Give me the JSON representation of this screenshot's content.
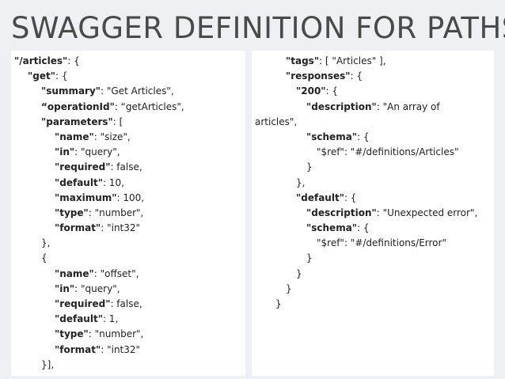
{
  "title": "SWAGGER DEFINITION FOR PATHS",
  "left_code": [
    {
      "indent": 0,
      "key": "\"/articles\"",
      "rest": ": {"
    },
    {
      "indent": 1,
      "key": "\"get\"",
      "rest": ": {"
    },
    {
      "indent": 2,
      "key": "\"summary\"",
      "rest": ": \"Get Articles\","
    },
    {
      "indent": 2,
      "key": "“operationId\"",
      "rest": ": “getArticles\","
    },
    {
      "indent": 2,
      "key": "\"parameters\"",
      "rest": ": ["
    },
    {
      "indent": 3,
      "key": "\"name\"",
      "rest": ": \"size\","
    },
    {
      "indent": 3,
      "key": "\"in\"",
      "rest": ": \"query\","
    },
    {
      "indent": 3,
      "key": "\"required\"",
      "rest": ": false,"
    },
    {
      "indent": 3,
      "key": "\"default\"",
      "rest": ": 10,"
    },
    {
      "indent": 3,
      "key": "\"maximum\"",
      "rest": ": 100,"
    },
    {
      "indent": 3,
      "key": "\"type\"",
      "rest": ": \"number\","
    },
    {
      "indent": 3,
      "key": "\"format\"",
      "rest": ": \"int32\""
    },
    {
      "indent": 2,
      "key": "",
      "rest": "},"
    },
    {
      "indent": 2,
      "key": "",
      "rest": "{"
    },
    {
      "indent": 3,
      "key": "\"name\"",
      "rest": ": \"offset\","
    },
    {
      "indent": 3,
      "key": "\"in\"",
      "rest": ": \"query\","
    },
    {
      "indent": 3,
      "key": "\"required\"",
      "rest": ": false,"
    },
    {
      "indent": 3,
      "key": "\"default\"",
      "rest": ": 1,"
    },
    {
      "indent": 3,
      "key": "\"type\"",
      "rest": ": \"number\","
    },
    {
      "indent": 3,
      "key": "\"format\"",
      "rest": ": \"int32\""
    },
    {
      "indent": 2,
      "key": "",
      "rest": "}],"
    }
  ],
  "right_code": [
    {
      "indent": 3,
      "key": "\"tags\"",
      "rest": ": [ \"Articles\" ],"
    },
    {
      "indent": 3,
      "key": "\"responses\"",
      "rest": ": {"
    },
    {
      "indent": 4,
      "key": "\"200\"",
      "rest": ": {"
    },
    {
      "indent": 5,
      "key": "\"description\"",
      "rest": ": \"An array of"
    },
    {
      "indent": 0,
      "key": "",
      "rest": "articles\","
    },
    {
      "indent": 5,
      "key": "\"schema\"",
      "rest": ": {"
    },
    {
      "indent": 6,
      "key": "",
      "rest": "\"$ref\": \"#/definitions/Articles\""
    },
    {
      "indent": 5,
      "key": "",
      "rest": "}"
    },
    {
      "indent": 4,
      "key": "",
      "rest": "},"
    },
    {
      "indent": 4,
      "key": "\"default\"",
      "rest": ": {"
    },
    {
      "indent": 5,
      "key": "\"description\"",
      "rest": ": \"Unexpected error\","
    },
    {
      "indent": 5,
      "key": "\"schema\"",
      "rest": ": {"
    },
    {
      "indent": 6,
      "key": "",
      "rest": "\"$ref\": \"#/definitions/Error\""
    },
    {
      "indent": 5,
      "key": "",
      "rest": "}"
    },
    {
      "indent": 4,
      "key": "",
      "rest": "}"
    },
    {
      "indent": 3,
      "key": "",
      "rest": "}"
    },
    {
      "indent": 2,
      "key": "",
      "rest": "}"
    }
  ]
}
